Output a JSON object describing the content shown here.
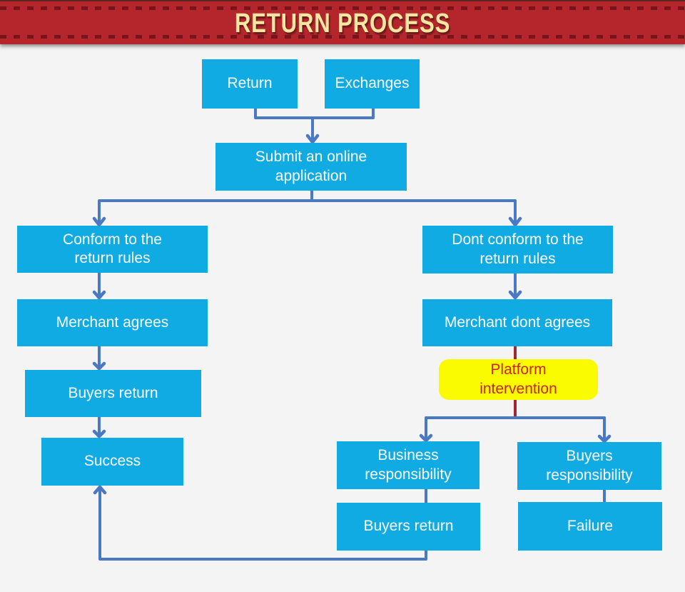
{
  "header": {
    "title": "RETURN PROCESS"
  },
  "flowchart": {
    "nodes": {
      "return": {
        "label": "Return"
      },
      "exchanges": {
        "label": "Exchanges"
      },
      "submit": {
        "label": "Submit an online\napplication"
      },
      "conform": {
        "label": "Conform to the\nreturn rules"
      },
      "dont_conform": {
        "label": "Dont conform to the\nreturn rules"
      },
      "merchant_agrees": {
        "label": "Merchant agrees"
      },
      "merchant_dont_agrees": {
        "label": "Merchant dont agrees"
      },
      "platform_intervention": {
        "label": "Platform\nintervention"
      },
      "buyers_return_left": {
        "label": "Buyers return"
      },
      "success": {
        "label": "Success"
      },
      "business_responsibility": {
        "label": "Business\nresponsibility"
      },
      "buyers_responsibility": {
        "label": "Buyers\nresponsibility"
      },
      "buyers_return_right": {
        "label": "Buyers return"
      },
      "failure": {
        "label": "Failure"
      }
    },
    "colors": {
      "box_fill": "#10abe2",
      "box_text": "#ffffff",
      "highlight_fill": "#fbfb00",
      "highlight_text": "#c9251c",
      "connector_blue": "#4a79c4",
      "connector_red": "#a02734",
      "banner_red": "#b4262b",
      "banner_dash": "#77161a",
      "banner_text": "#f5e7a2",
      "page_background": "#f4f4f4"
    }
  }
}
